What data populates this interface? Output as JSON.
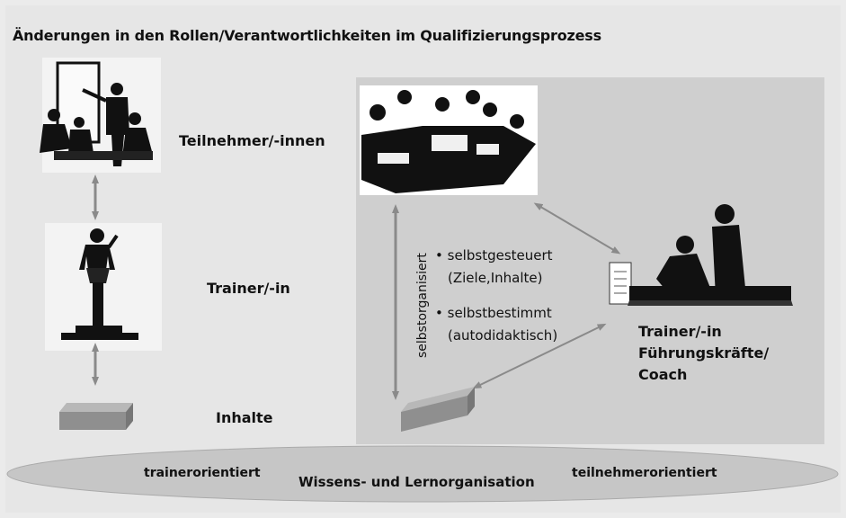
{
  "title": "Änderungen in den Rollen/Verantwortlichkeiten im Qualifizierungsprozess",
  "labels": {
    "participants": "Teilnehmer/-innen",
    "trainer": "Trainer/-in",
    "contents": "Inhalte"
  },
  "right": {
    "vertical_label": "selbstorganisiert",
    "bullet1_line1": "selbstgesteuert",
    "bullet1_line2": "(Ziele,Inhalte)",
    "bullet2_line1": "selbstbestimmt",
    "bullet2_line2": "(autodidaktisch)",
    "role_line1": "Trainer/-in",
    "role_line2": "Führungskräfte/",
    "role_line3": "Coach",
    "bullet_char": "•"
  },
  "bottom": {
    "left": "trainerorientiert",
    "center": "Wissens- und Lernorganisation",
    "right": "teilnehmerorientiert"
  },
  "colors": {
    "right_panel": "#cfcfcf",
    "ellipse": "#c6c6c6",
    "arrow": "#8a8a8a",
    "block": "#9a9a9a"
  }
}
